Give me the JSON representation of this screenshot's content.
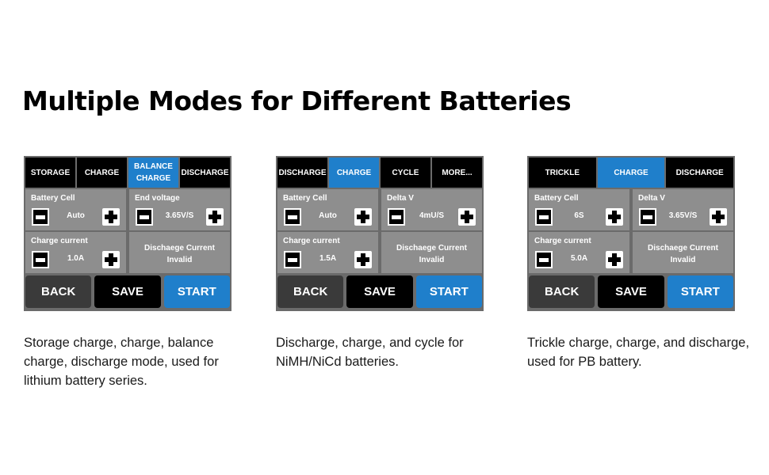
{
  "title": "Multiple Modes for Different Batteries",
  "colors": {
    "accent": "#1f7fcb",
    "panel_bg": "#6b6b6b",
    "cell_bg": "#8e8e8e",
    "tab_bg": "#000000"
  },
  "panels": [
    {
      "tabs": [
        {
          "label": "STORAGE",
          "active": false
        },
        {
          "label": "CHARGE",
          "active": false
        },
        {
          "label": "BALANCE\nCHARGE",
          "active": true
        },
        {
          "label": "DISCHARGE",
          "active": false
        }
      ],
      "battery_cell": {
        "label": "Battery Cell",
        "value": "Auto"
      },
      "right_top": {
        "label": "End voltage",
        "value": "3.65V/S"
      },
      "charge_current": {
        "label": "Charge current",
        "value": "1.0A"
      },
      "discharge_current": {
        "label": "Dischaege Current",
        "value": "Invalid"
      },
      "actions": {
        "back": "BACK",
        "save": "SAVE",
        "start": "START"
      },
      "caption": "Storage charge, charge, balance charge, discharge mode, used for lithium battery series."
    },
    {
      "tabs": [
        {
          "label": "DISCHARGE",
          "active": false
        },
        {
          "label": "CHARGE",
          "active": true
        },
        {
          "label": "CYCLE",
          "active": false
        },
        {
          "label": "MORE...",
          "active": false
        }
      ],
      "battery_cell": {
        "label": "Battery Cell",
        "value": "Auto"
      },
      "right_top": {
        "label": "Delta V",
        "value": "4mU/S"
      },
      "charge_current": {
        "label": "Charge current",
        "value": "1.5A"
      },
      "discharge_current": {
        "label": "Dischaege Current",
        "value": "Invalid"
      },
      "actions": {
        "back": "BACK",
        "save": "SAVE",
        "start": "START"
      },
      "caption": "Discharge, charge, and cycle for NiMH/NiCd batteries."
    },
    {
      "tabs": [
        {
          "label": "TRICKLE",
          "active": false
        },
        {
          "label": "CHARGE",
          "active": true
        },
        {
          "label": "DISCHARGE",
          "active": false
        }
      ],
      "battery_cell": {
        "label": "Battery Cell",
        "value": "6S"
      },
      "right_top": {
        "label": "Delta V",
        "value": "3.65V/S"
      },
      "charge_current": {
        "label": "Charge current",
        "value": "5.0A"
      },
      "discharge_current": {
        "label": "Dischaege Current",
        "value": "Invalid"
      },
      "actions": {
        "back": "BACK",
        "save": "SAVE",
        "start": "START"
      },
      "caption": "Trickle charge, charge, and discharge, used for PB battery."
    }
  ]
}
